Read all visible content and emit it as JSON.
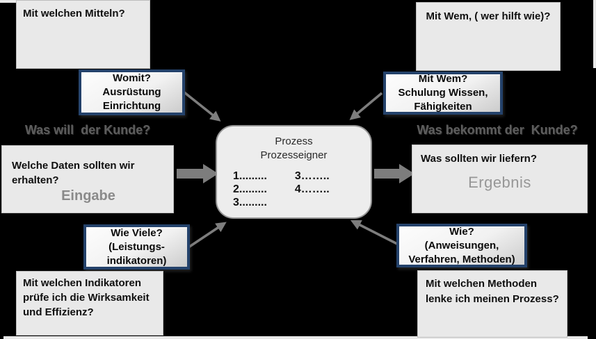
{
  "headings": {
    "left": "Was will  der Kunde?",
    "right": "Was bekommt der  Kunde?"
  },
  "boxes": {
    "top_left": {
      "text": "Mit welchen Mitteln?"
    },
    "top_right": {
      "text": "Mit Wem, ( wer hilft wie)?"
    },
    "womit": {
      "lines": [
        "Womit?",
        "Ausrüstung",
        "Einrichtung"
      ]
    },
    "mit_wem": {
      "lines": [
        "Mit Wem?",
        "Schulung Wissen,",
        "Fähigkeiten"
      ]
    },
    "input": {
      "question": "Welche Daten sollten wir erhalten?",
      "label": "Eingabe"
    },
    "process": {
      "title_lines": [
        "Prozess",
        "Prozesseigner"
      ],
      "col_left": [
        "1.........",
        "2.........",
        "3........."
      ],
      "col_right": [
        "3……..",
        "4…….."
      ]
    },
    "output": {
      "question": "Was sollten wir liefern?",
      "label": "Ergebnis"
    },
    "wie_viele": {
      "lines": [
        "Wie Viele?",
        "(Leistungs-",
        "indikatoren)"
      ]
    },
    "wie": {
      "lines": [
        "Wie?",
        "(Anweisungen,",
        "Verfahren, Methoden)"
      ]
    },
    "bottom_left": {
      "text": "Mit welchen Indikatoren prüfe ich die Wirksamkeit und Effizienz?"
    },
    "bottom_right": {
      "text": "Mit welchen Methoden lenke ich meinen Prozess?"
    }
  },
  "colors": {
    "background": "#000000",
    "box_fill": "#e9e9e9",
    "blue_border": "#24426b",
    "arrow": "#7d7d7d",
    "heading_gray": "#5d5d5d",
    "muted_label": "#8f8f8f"
  }
}
